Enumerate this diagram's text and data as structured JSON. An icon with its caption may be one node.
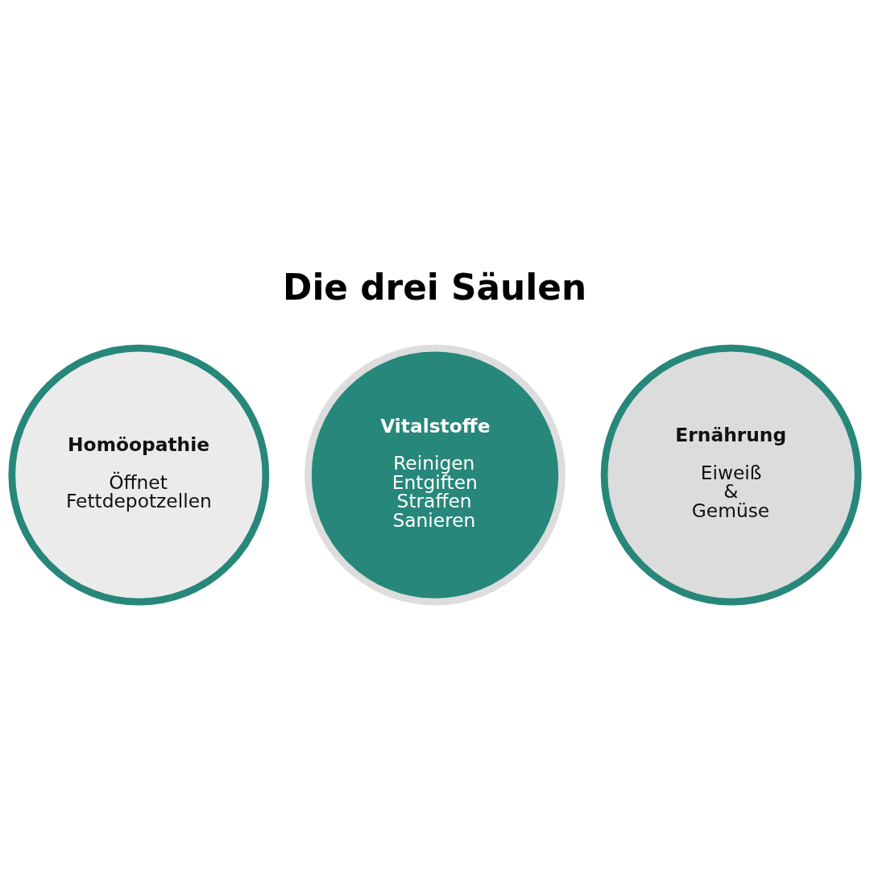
{
  "diagram": {
    "title": "Die drei Säulen",
    "nodes": [
      {
        "text": [
          "Homöopathie",
          "Öffnet Fettdepotzellen"
        ]
      },
      {
        "text": [
          "Vitalstoffe",
          "Reinigen Entgiften Straffen Sanieren"
        ]
      },
      {
        "text": [
          "Ernährung",
          "Eiweiß & Gemüse"
        ]
      }
    ],
    "edges": []
  }
}
